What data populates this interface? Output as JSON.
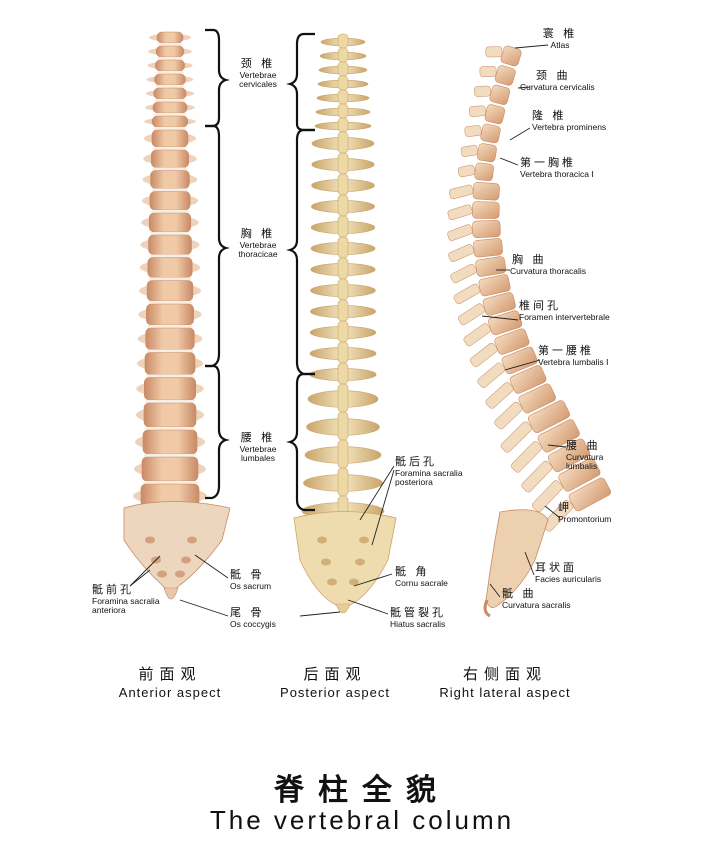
{
  "title": {
    "zh": "脊柱全貌",
    "en": "The vertebral column"
  },
  "views": [
    {
      "zh": "前面观",
      "en": "Anterior aspect"
    },
    {
      "zh": "后面观",
      "en": "Posterior aspect"
    },
    {
      "zh": "右侧面观",
      "en": "Right lateral aspect"
    }
  ],
  "regions": {
    "cervical": {
      "zh": "颈 椎",
      "la1": "Vertebrae",
      "la2": "cervicales"
    },
    "thoracic": {
      "zh": "胸 椎",
      "la1": "Vertebrae",
      "la2": "thoracicae"
    },
    "lumbar": {
      "zh": "腰 椎",
      "la1": "Vertebrae",
      "la2": "lumbales"
    }
  },
  "anterior_labels": {
    "foramina": {
      "zh": "骶前孔",
      "la1": "Foramina sacralia",
      "la2": "anteriora"
    },
    "sacrum": {
      "zh": "骶 骨",
      "la": "Os sacrum"
    },
    "coccyx": {
      "zh": "尾 骨",
      "la": "Os coccygis"
    }
  },
  "posterior_labels": {
    "foramina": {
      "zh": "骶后孔",
      "la1": "Foramina sacralia",
      "la2": "posteriora"
    },
    "cornu": {
      "zh": "骶 角",
      "la": "Cornu sacrale"
    },
    "hiatus": {
      "zh": "骶管裂孔",
      "la": "Hiatus sacralis"
    }
  },
  "lateral_labels": {
    "atlas": {
      "zh": "寰 椎",
      "la": "Atlas"
    },
    "curv_cervical": {
      "zh": "颈 曲",
      "la": "Curvatura cervicalis"
    },
    "prominens": {
      "zh": "隆 椎",
      "la": "Vertebra prominens"
    },
    "thoracic1": {
      "zh": "第一胸椎",
      "la": "Vertebra thoracica Ⅰ"
    },
    "curv_thoracic": {
      "zh": "胸 曲",
      "la": "Curvatura thoracalis"
    },
    "foramen_iv": {
      "zh": "椎间孔",
      "la": "Foramen intervertebrale"
    },
    "lumbar1": {
      "zh": "第一腰椎",
      "la": "Vertebra lumbalis Ⅰ"
    },
    "curv_lumbar": {
      "zh": "腰 曲",
      "la1": "Curvatura",
      "la2": "lumbalis"
    },
    "promontory": {
      "zh": "岬",
      "la": "Promontorium"
    },
    "auricular": {
      "zh": "耳状面",
      "la": "Facies auricularis"
    },
    "curv_sacral": {
      "zh": "骶 曲",
      "la": "Curvatura sacralis"
    }
  },
  "colors": {
    "bone_light": "#f2dcc0",
    "bone_mid": "#e2b48c",
    "bone_dark": "#c98a66",
    "disc": "#f7efe6",
    "posterior_bone": "#ecd9a6",
    "posterior_shade": "#c9a46a",
    "leader": "#222222"
  }
}
